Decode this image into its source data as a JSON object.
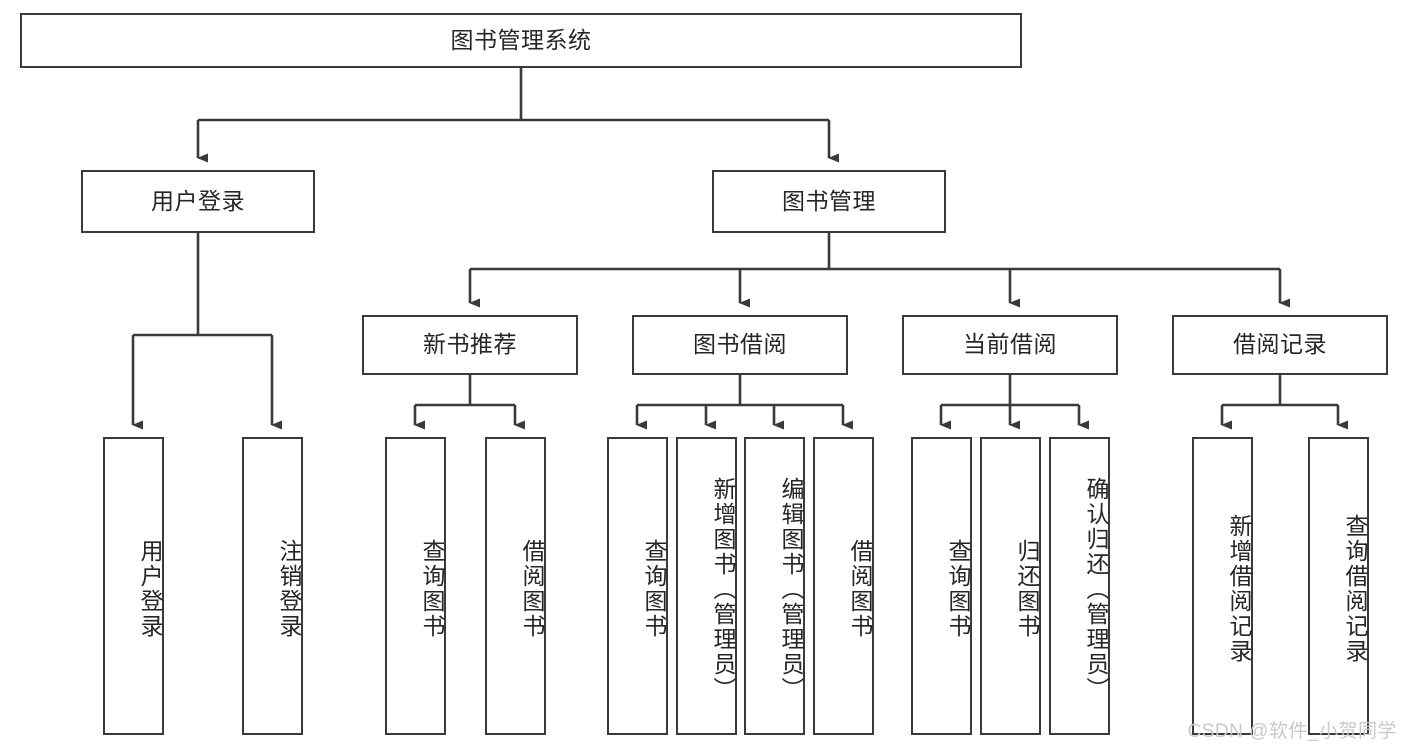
{
  "diagram": {
    "title": "图书管理系统",
    "type": "tree-hierarchy-diagram",
    "watermark": "CSDN @软件_小贺同学",
    "colors": {
      "node_border": "#3a3a3a",
      "node_fill": "#ffffff",
      "edge": "#3a3a3a",
      "text": "#262626",
      "watermark": "#c9c9c9",
      "background": "#ffffff"
    },
    "root": {
      "label": "图书管理系统"
    },
    "level1": [
      {
        "label": "用户登录"
      },
      {
        "label": "图书管理"
      }
    ],
    "level2": [
      {
        "label": "新书推荐"
      },
      {
        "label": "图书借阅"
      },
      {
        "label": "当前借阅"
      },
      {
        "label": "借阅记录"
      }
    ],
    "leaves": {
      "user_login": [
        {
          "label": "用户登录"
        },
        {
          "label": "注销登录"
        }
      ],
      "new_book_recommend": [
        {
          "label": "查询图书"
        },
        {
          "label": "借阅图书"
        }
      ],
      "book_borrow": [
        {
          "label": "查询图书"
        },
        {
          "label": "新增图书（管理员）"
        },
        {
          "label": "编辑图书（管理员）"
        },
        {
          "label": "借阅图书"
        }
      ],
      "current_borrow": [
        {
          "label": "查询图书"
        },
        {
          "label": "归还图书"
        },
        {
          "label": "确认归还（管理员）"
        }
      ],
      "borrow_record": [
        {
          "label": "新增借阅记录"
        },
        {
          "label": "查询借阅记录"
        }
      ]
    }
  }
}
